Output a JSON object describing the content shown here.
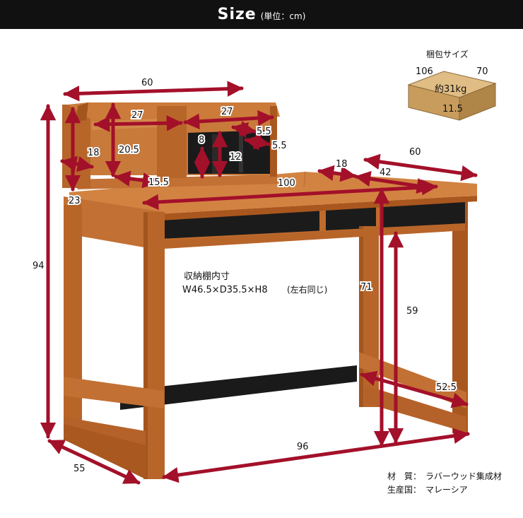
{
  "header": {
    "title": "Size",
    "unit": "(単位：cm)"
  },
  "package": {
    "title": "梱包サイズ",
    "dims": {
      "length": "106",
      "width": "70",
      "height": "11.5"
    },
    "weight": "約31kg"
  },
  "dimensions": {
    "hutch_width": "60",
    "hutch_shelf_left": "27",
    "hutch_shelf_right": "27",
    "hutch_height_side": "18",
    "hutch_height_inner": "20.5",
    "hutch_depth": "15.5",
    "hutch_base": "23",
    "drawer_h": "8",
    "drawer_h2": "12",
    "drawer_gap1": "5.5",
    "drawer_gap2": "5.5",
    "desk_top_width": "100",
    "right_depth": "60",
    "right_inner_18": "18",
    "right_inner_42": "42",
    "total_height": "94",
    "desk_height": "71",
    "knee_height": "59",
    "leg_depth": "52.5",
    "bottom_width": "96",
    "bottom_depth": "55"
  },
  "storage": {
    "title": "収納棚内寸",
    "spec": "W46.5×D35.5×H8",
    "note": "(左右同じ)"
  },
  "materials": {
    "material_label": "材　質：",
    "material_value": "ラバーウッド集成材",
    "origin_label": "生産国：",
    "origin_value": "マレーシア"
  },
  "colors": {
    "header_bg": "#111111",
    "wood": "#b8652a",
    "wood_dark": "#8f4b1c",
    "wood_light": "#cf7d3c",
    "arrow": "#a3102a",
    "box": "#c89c5c"
  }
}
